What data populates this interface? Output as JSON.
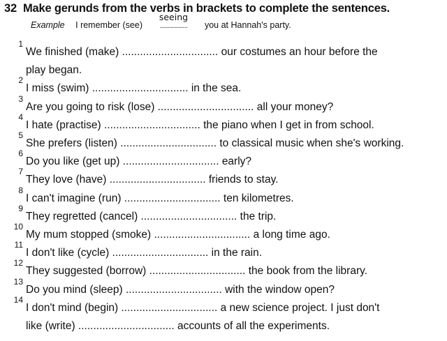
{
  "exercise": {
    "number": "32",
    "instruction": "Make gerunds from the verbs in brackets to complete the sentences."
  },
  "example": {
    "label": "Example",
    "before": "I remember (see)",
    "answer": "seeing",
    "dots": "..................",
    "after": "you at Hannah's party."
  },
  "items": [
    {
      "n": "1",
      "lines": [
        "We finished (make) ................................ our costumes an hour before the",
        "play began."
      ]
    },
    {
      "n": "2",
      "lines": [
        "I miss (swim) ................................ in the sea."
      ]
    },
    {
      "n": "3",
      "lines": [
        "Are you going to risk (lose) ................................ all your money?"
      ]
    },
    {
      "n": "4",
      "lines": [
        "I hate (practise) ................................ the piano when I get in from school."
      ]
    },
    {
      "n": "5",
      "lines": [
        "She prefers (listen) ................................ to classical music when she's working."
      ]
    },
    {
      "n": "6",
      "lines": [
        "Do you like (get up) ................................ early?"
      ]
    },
    {
      "n": "7",
      "lines": [
        "They love (have) ................................ friends to stay."
      ]
    },
    {
      "n": "8",
      "lines": [
        "I can't imagine (run) ................................ ten kilometres."
      ]
    },
    {
      "n": "9",
      "lines": [
        "They regretted (cancel) ................................ the trip."
      ]
    },
    {
      "n": "10",
      "lines": [
        "My mum stopped (smoke) ................................ a long time ago."
      ]
    },
    {
      "n": "11",
      "lines": [
        "I don't like (cycle) ................................ in the rain."
      ]
    },
    {
      "n": "12",
      "lines": [
        "They suggested (borrow) ................................ the book from the library."
      ]
    },
    {
      "n": "13",
      "lines": [
        "Do you mind (sleep) ................................ with the window open?"
      ]
    },
    {
      "n": "14",
      "lines": [
        "I don't mind (begin) ................................ a new science project. I just don't",
        "like (write) ................................ accounts of all the experiments."
      ]
    }
  ]
}
